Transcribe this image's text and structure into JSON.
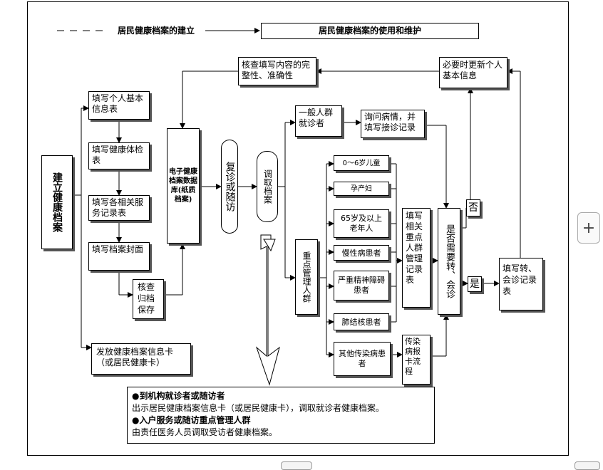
{
  "header": {
    "left_title": "居民健康档案的建立",
    "right_title": "居民健康档案的使用和维护"
  },
  "left_column": {
    "establish_label": "建立健康档案",
    "steps": [
      "填写个人基本信息表",
      "填写健康体检表",
      "填写各相关服务记录表",
      "填写档案封面"
    ],
    "archive_box": "核查归档保存",
    "card_box": "发放健康档案信息卡（或居民健康卡）"
  },
  "database_box": "电子健康档案数据库(纸质档案)",
  "check_box": "核查填写内容的完整性、准确性",
  "revisit_oval": "复诊或随访",
  "retrieve_oval": "调取档案",
  "general_group": "一般人群就诊者",
  "inquiry_box": "询问病情，并填写接诊记录",
  "key_group": "重点管理人群",
  "key_items": [
    "0～6岁儿童",
    "孕产妇",
    "65岁及以上老年人",
    "慢性病患者",
    "严重精神障碍患者",
    "肺结核患者",
    "其他传染病患者"
  ],
  "fill_key_records": "填写相关重点人群管理记录表",
  "infectious_report": "传染病报卡流程",
  "referral_question": "是否需要转、会诊",
  "no_label": "否",
  "yes_label": "是",
  "update_box": "必要时更新个人基本信息",
  "referral_record": "填写转、会诊记录表",
  "note": {
    "item1_title": "●到机构就诊者或随访者",
    "item1_text": "出示居民健康档案信息卡（或居民健康卡），调取就诊者健康档案。",
    "item2_title": "●入户服务或随访重点管理人群",
    "item2_text": "由责任医务人员调取受访者健康档案。"
  },
  "plus_button": "+"
}
